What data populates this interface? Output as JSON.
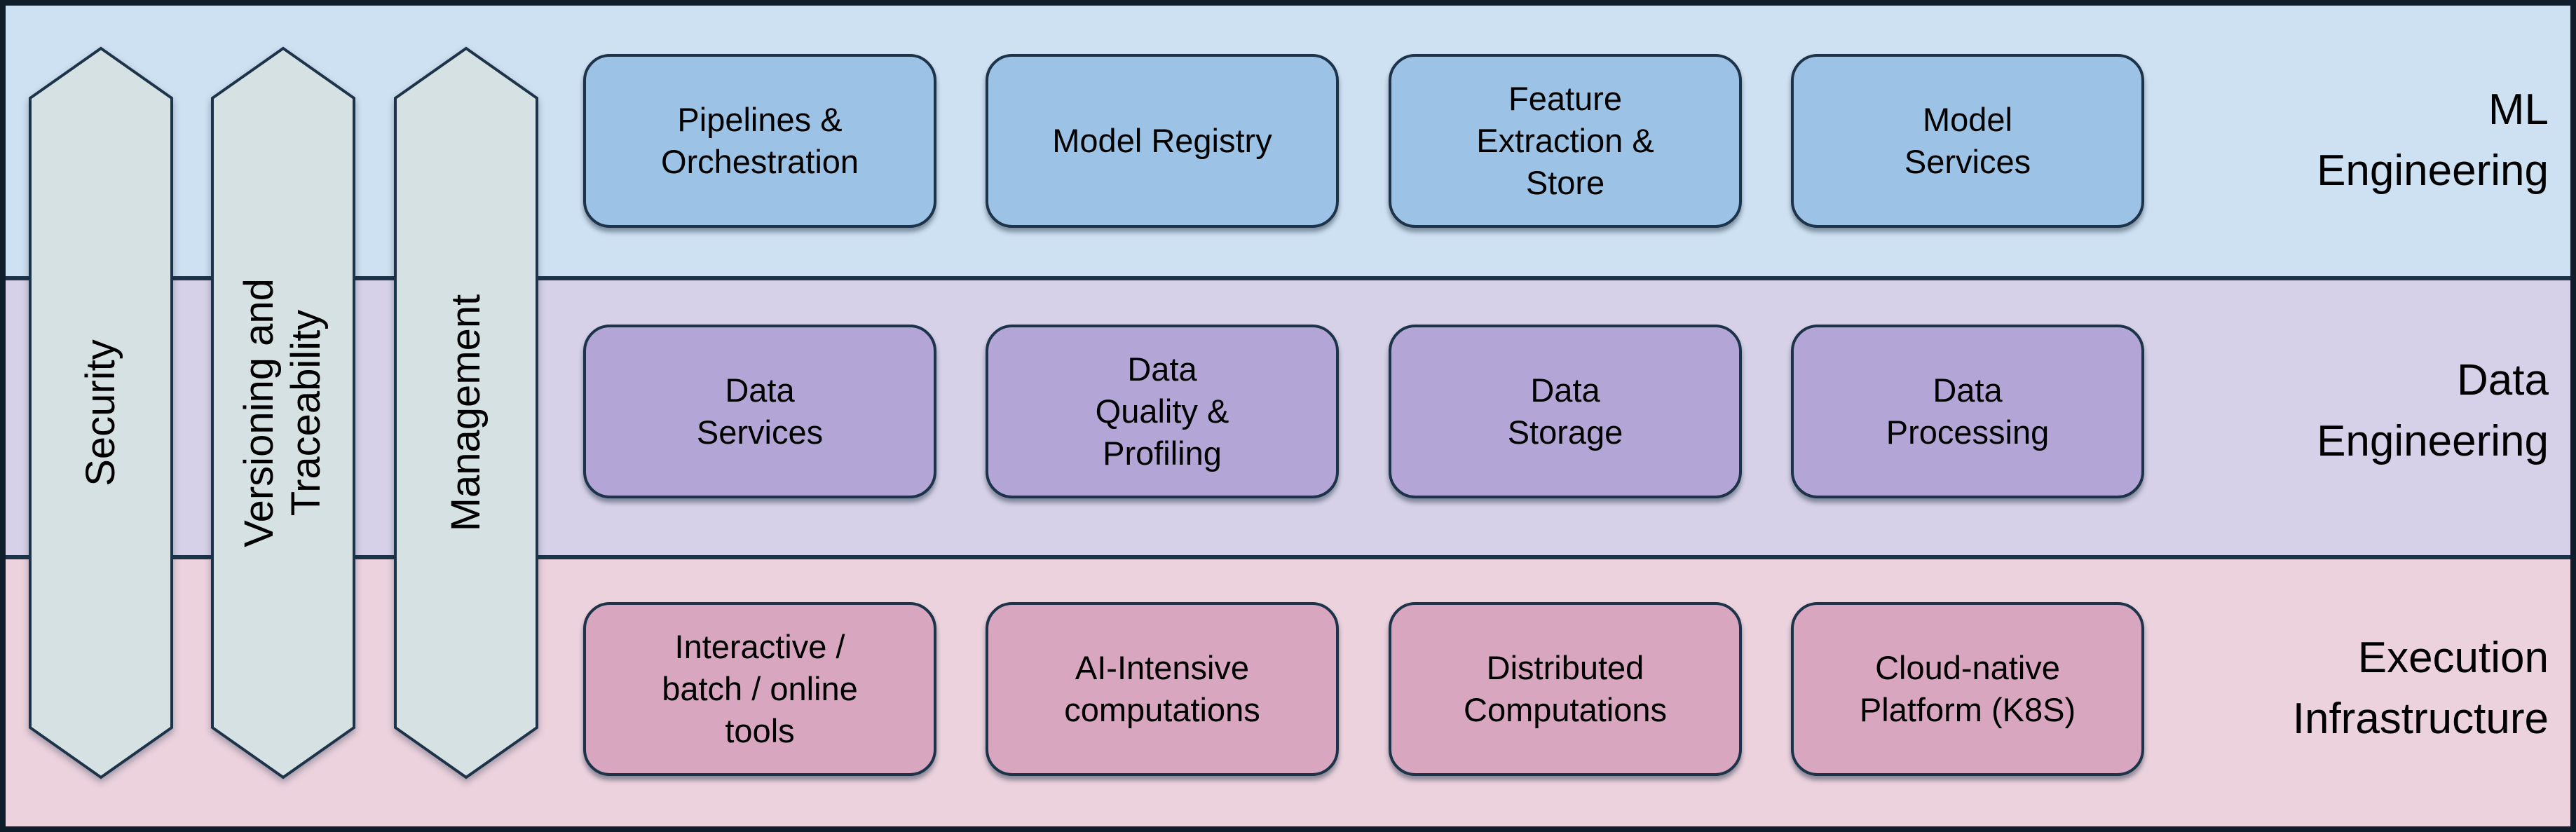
{
  "colors": {
    "frame_border": "#101E2C",
    "stroke_navy": "#1D3349",
    "pillar_fill": "#D5E1E2",
    "band_ml_bg": "#CEE1F2",
    "band_de_bg": "#D6D1E8",
    "band_ei_bg": "#ECD2DD",
    "box_ml_fill": "#9CC3E5",
    "box_de_fill": "#B3A6D6",
    "box_ei_fill": "#D8A6BF",
    "text_color": "#000000"
  },
  "pillars": [
    {
      "label": "Security"
    },
    {
      "label": "Versioning and\nTraceability"
    },
    {
      "label": "Management"
    }
  ],
  "bands": [
    {
      "label": "ML\nEngineering",
      "bg": "#CEE1F2",
      "box_fill": "#9CC3E5",
      "boxes": [
        "Pipelines &\nOrchestration",
        "Model Registry",
        "Feature\nExtraction &\nStore",
        "Model\nServices"
      ]
    },
    {
      "label": "Data\nEngineering",
      "bg": "#D6D1E8",
      "box_fill": "#B3A6D6",
      "boxes": [
        "Data\nServices",
        "Data\nQuality &\nProfiling",
        "Data\nStorage",
        "Data\nProcessing"
      ]
    },
    {
      "label": "Execution\nInfrastructure",
      "bg": "#ECD2DD",
      "box_fill": "#D8A6BF",
      "boxes": [
        "Interactive /\nbatch / online\ntools",
        "AI-Intensive\ncomputations",
        "Distributed\nComputations",
        "Cloud-native\nPlatform (K8S)"
      ]
    }
  ]
}
